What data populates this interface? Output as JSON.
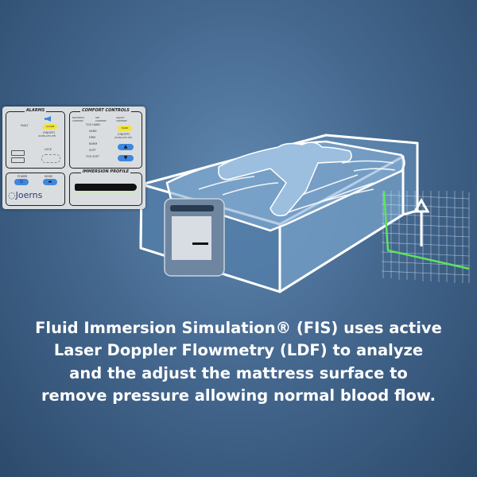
{
  "panel": {
    "alarms_title": "ALARMS",
    "fault_label": "FAULT",
    "alarm_button": "ALARM",
    "alarm_onoff": "(ON/OFF)",
    "alarm_note": "(30 MIN AUTO OFF)",
    "lock_label": "LOCK",
    "comfort_title": "COMFORT CONTROLS",
    "mattress_comfort": "MATTRESS COMFORT",
    "set_comfort": "SET COMFORT",
    "adjust_comfort": "ADJUST COMFORT",
    "levels": [
      "TOO HARD",
      "HARD",
      "FIRM",
      "NORM",
      "SOFT",
      "TOO SOFT"
    ],
    "hard_button": "HARD",
    "hard_onoff": "(ON/OFF)",
    "hard_note": "(30 MIN AUTO OFF)",
    "power_label": "POWER",
    "mode_label": "MODE",
    "immersion_title": "IMMERSION PROFILE",
    "brand": "Joerns"
  },
  "colors": {
    "accent_yellow": "#f3e33a",
    "button_blue": "#3f86dd",
    "graph_green": "#5fe35f"
  },
  "caption": {
    "lines": [
      "Fluid Immersion Simulation® (FIS) uses active",
      "Laser Doppler Flowmetry (LDF) to analyze",
      "and the adjust the mattress surface to",
      "remove pressure allowing normal blood flow."
    ]
  }
}
